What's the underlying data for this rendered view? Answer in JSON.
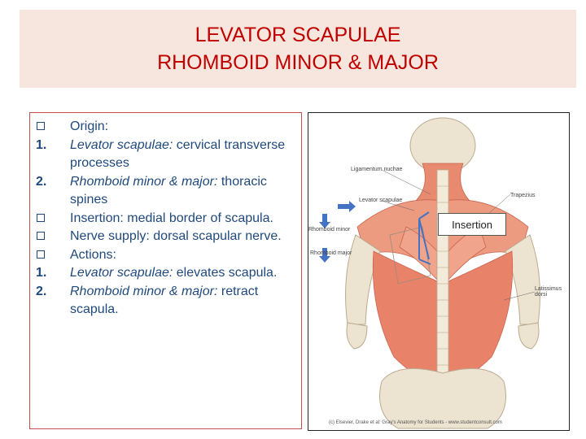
{
  "title": {
    "line1": "LEVATOR SCAPULAE",
    "line2": "RHOMBOID MINOR & MAJOR"
  },
  "content": {
    "origin_label": "Origin:",
    "origin_items": [
      {
        "num": "1.",
        "name": "Levator scapulae:",
        "text": "cervical transverse processes"
      },
      {
        "num": "2.",
        "name": "Rhomboid minor & major:",
        "text": "thoracic spines"
      }
    ],
    "insertion_label": "Insertion:",
    "insertion_text": "medial border of scapula.",
    "nerve_label": "Nerve supply:",
    "nerve_text": "dorsal scapular nerve.",
    "actions_label": "Actions:",
    "actions_items": [
      {
        "num": "1.",
        "name": "Levator scapulae:",
        "text": "elevates scapula."
      },
      {
        "num": "2.",
        "name": "Rhomboid minor & major:",
        "text": "retract scapula."
      }
    ]
  },
  "figure": {
    "labels": {
      "ligamentum_nuchae": "Ligamentum nuchae",
      "levator_scapulae": "Levator scapulae",
      "trapezius": "Trapezius",
      "rhomboid_minor": "Rhomboid minor",
      "rhomboid_major": "Rhomboid major",
      "latissimus_dorsi": "Latissimus dorsi"
    },
    "insertion_callout": "Insertion",
    "copyright": "(c) Elsevier, Drake et al: Gray's Anatomy for Students - www.studentconsult.com"
  },
  "colors": {
    "title_red": "#c00000",
    "title_band": "#f6e6de",
    "text_blue": "#1f497d",
    "box_border": "#c0504d",
    "arrow_blue": "#4472c4",
    "muscle": "#e88a70"
  },
  "icons": {
    "bullet": "checkbox-bullet-icon",
    "arrow": "blue-arrow-icon"
  }
}
